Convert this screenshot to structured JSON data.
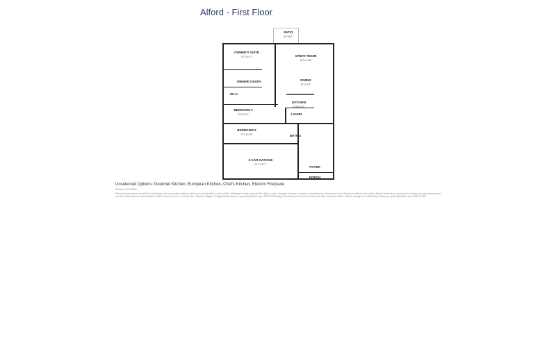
{
  "title": "Alford - First Floor",
  "rooms": {
    "patio": {
      "label": "PATIO",
      "dim": "8'0\"x8'0\""
    },
    "owners_suite": {
      "label": "OWNER'S SUITE",
      "dim": "13'2\"x14'1\""
    },
    "great_room": {
      "label": "GREAT ROOM",
      "dim": "15'0\"x14'8\""
    },
    "owners_bath": {
      "label": "OWNER'S BATH"
    },
    "dining": {
      "label": "DINING",
      "dim": "15'0\"x9'3\""
    },
    "wic": {
      "label": "W.I.C."
    },
    "kitchen": {
      "label": "KITCHEN",
      "dim": "13'8\"x12'0\""
    },
    "bedroom2": {
      "label": "BEDROOM 2",
      "dim": "10'4\"x11'0\""
    },
    "laund": {
      "label": "LAUND."
    },
    "bedroom3": {
      "label": "BEDROOM 3",
      "dim": "11'1\"x10'8\""
    },
    "bath2": {
      "label": "BATH 2"
    },
    "garage": {
      "label": "2-CAR GARAGE",
      "dim": "19'1\"x20'1\""
    },
    "foyer": {
      "label": "FOYER"
    },
    "porch": {
      "label": "PORCH"
    }
  },
  "options": "Unselected Options: Gourmet Kitchen, European Kitchen, Chef's Kitchen, Electric Fireplace",
  "fine_print": "Printed on 1/1/2024",
  "disclaimer": "Plans and elevations are artist's renderings and may contain options which are not standard on all models. Meritage Homes reserves the right to make changes to these floorplans, specifications, dimensions and elevations without prior notice. Stated dimensions and square footage are approximate and should not be used as representation of the home's precise or actual size. Square footage of single family homes is generally based upon ANSI Z765 using the total area from the exterior and may vary from stated. Square footage of multi-family homes are generally based upon ANSI Z765."
}
